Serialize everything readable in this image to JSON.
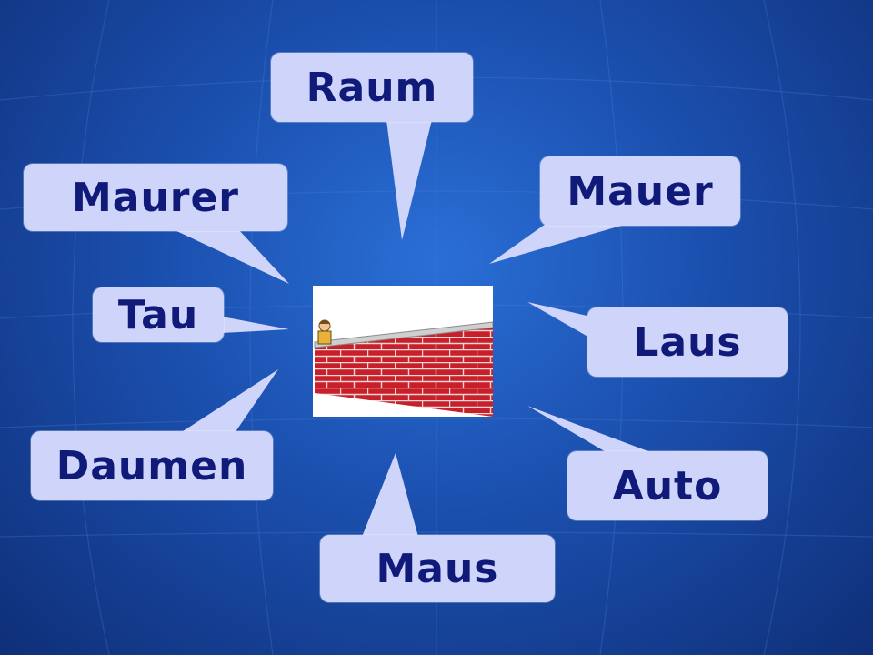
{
  "bubbles": {
    "raum": "Raum",
    "maurer": "Maurer",
    "mauer": "Mauer",
    "tau": "Tau",
    "laus": "Laus",
    "daumen": "Daumen",
    "auto": "Auto",
    "maus": "Maus"
  },
  "picture": {
    "subject": "brick wall with a person",
    "icon": "brick-wall-icon"
  },
  "colors": {
    "background": "#1b4fae",
    "bubble": "#cfd4fb",
    "text": "#101a78",
    "brick": "#c8202a"
  }
}
